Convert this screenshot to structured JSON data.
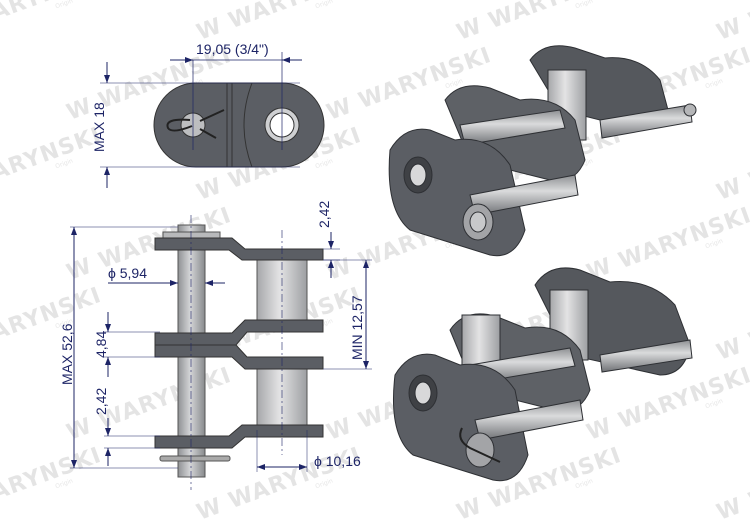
{
  "watermark": {
    "brand": "WARYNSKI",
    "sub": "Origin"
  },
  "colors": {
    "dimension": "#1d2466",
    "plate": "#5b5e64",
    "pin": "#a9abae",
    "roller": "#c9cacc"
  },
  "top_view": {
    "pitch_label": "19,05 (3/4\")",
    "height_label": "MAX 18"
  },
  "side_view": {
    "pin_diameter": "ϕ 5,94",
    "plate_thickness_top": "2,42",
    "inner_width": "MIN 12,57",
    "middle_gap": "4,84",
    "plate_thickness_bottom": "2,42",
    "overall_width": "MAX 52,6",
    "roller_diameter": "ϕ 10,16"
  }
}
